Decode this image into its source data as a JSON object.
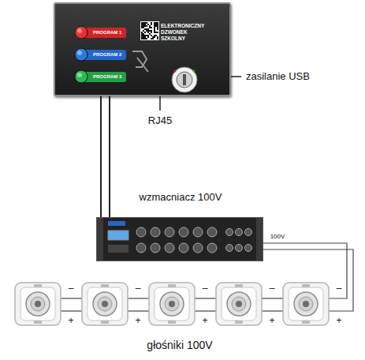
{
  "diagram": {
    "nodes": [
      {
        "text": [
          "ELEKTRONICZNY DZWONEK SZKOLNY"
        ]
      },
      {
        "text": [
          "PROGRAM 1"
        ],
        "in": 0
      },
      {
        "text": [
          "PROGRAM 2"
        ],
        "in": 0
      },
      {
        "text": [
          "PROGRAM 3"
        ],
        "in": 0
      },
      {
        "text": [
          "wzmacniacz 100V"
        ]
      }
    ],
    "edges": [
      {
        "from": 0,
        "to": 4,
        "arrow": "none"
      }
    ],
    "labels": [
      "zasilanie USB",
      "RJ45",
      "100V",
      "–",
      "+",
      "–",
      "+",
      "–",
      "+",
      "–",
      "+",
      "–",
      "+",
      "głośniki 100V"
    ]
  }
}
